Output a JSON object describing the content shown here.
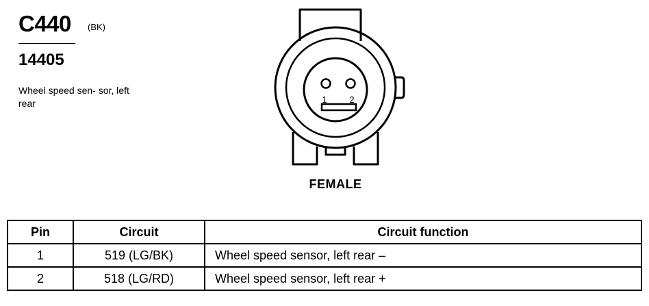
{
  "header": {
    "connector_id": "C440",
    "color_code": "(BK)",
    "part_number": "14405",
    "description": "Wheel speed sen- sor, left rear"
  },
  "diagram": {
    "pin_labels": [
      "1",
      "2"
    ],
    "view_label": "FEMALE"
  },
  "table": {
    "headers": [
      "Pin",
      "Circuit",
      "Circuit function"
    ],
    "rows": [
      {
        "pin": "1",
        "circuit": "519 (LG/BK)",
        "function": "Wheel speed sensor, left rear –"
      },
      {
        "pin": "2",
        "circuit": "518 (LG/RD)",
        "function": "Wheel speed sensor, left rear +"
      }
    ]
  }
}
